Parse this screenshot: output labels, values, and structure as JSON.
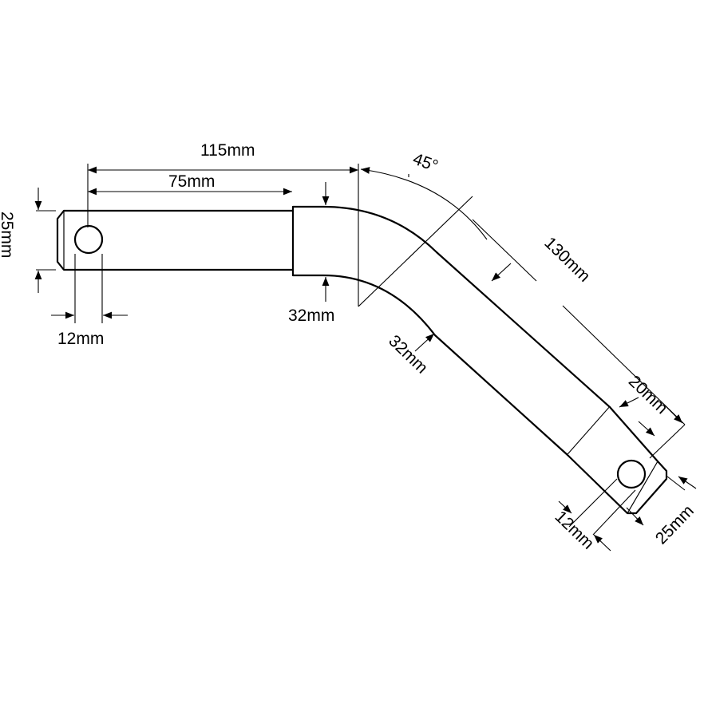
{
  "dimensions": {
    "overall_length": "115mm",
    "straight_length": "75mm",
    "angle": "45°",
    "bent_length": "130mm",
    "pin_diameter_left": "25mm",
    "hole_left": "12mm",
    "tube_diameter_top": "32mm",
    "tube_diameter_diag": "32mm",
    "end_length": "20mm",
    "hole_right": "12mm",
    "pin_diameter_right": "25mm"
  }
}
